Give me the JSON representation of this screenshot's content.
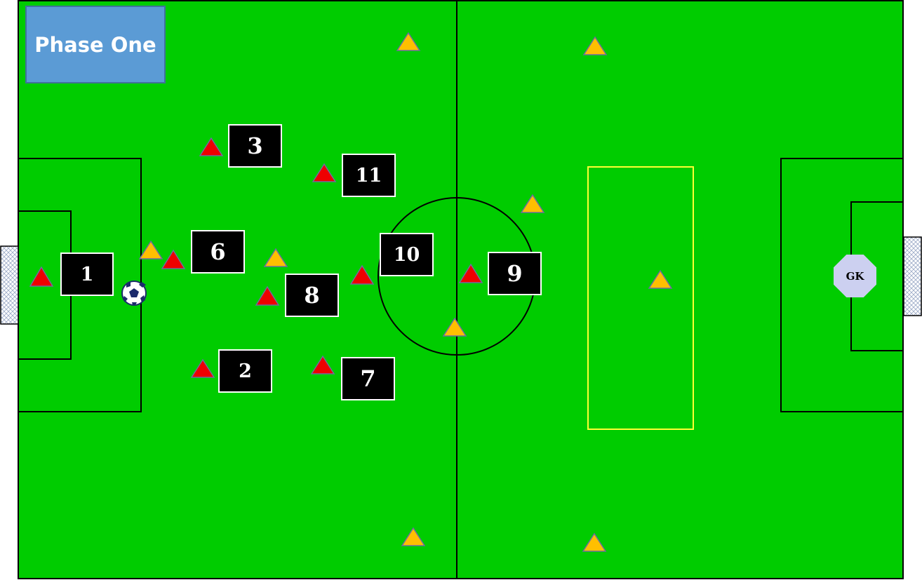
{
  "phase_label": "Phase One",
  "players": [
    {
      "number": "1"
    },
    {
      "number": "3"
    },
    {
      "number": "11"
    },
    {
      "number": "6"
    },
    {
      "number": "8"
    },
    {
      "number": "10"
    },
    {
      "number": "9"
    },
    {
      "number": "2"
    },
    {
      "number": "7"
    }
  ],
  "goalkeeper_label": "GK",
  "colors": {
    "pitch": "#00cc00",
    "lines": "#000000",
    "zone": "#ffff33",
    "red_cone": "#ee0000",
    "yellow_cone": "#ffbf00",
    "player_box": "#000000",
    "phase_box": "#5b9bd5",
    "goalkeeper": "#ccd0f0"
  },
  "icons": {
    "red_cones": "red-cone-icon",
    "yellow_cones": "yellow-cone-icon",
    "ball": "soccer-ball-icon",
    "goals": "goal-net-icon"
  }
}
